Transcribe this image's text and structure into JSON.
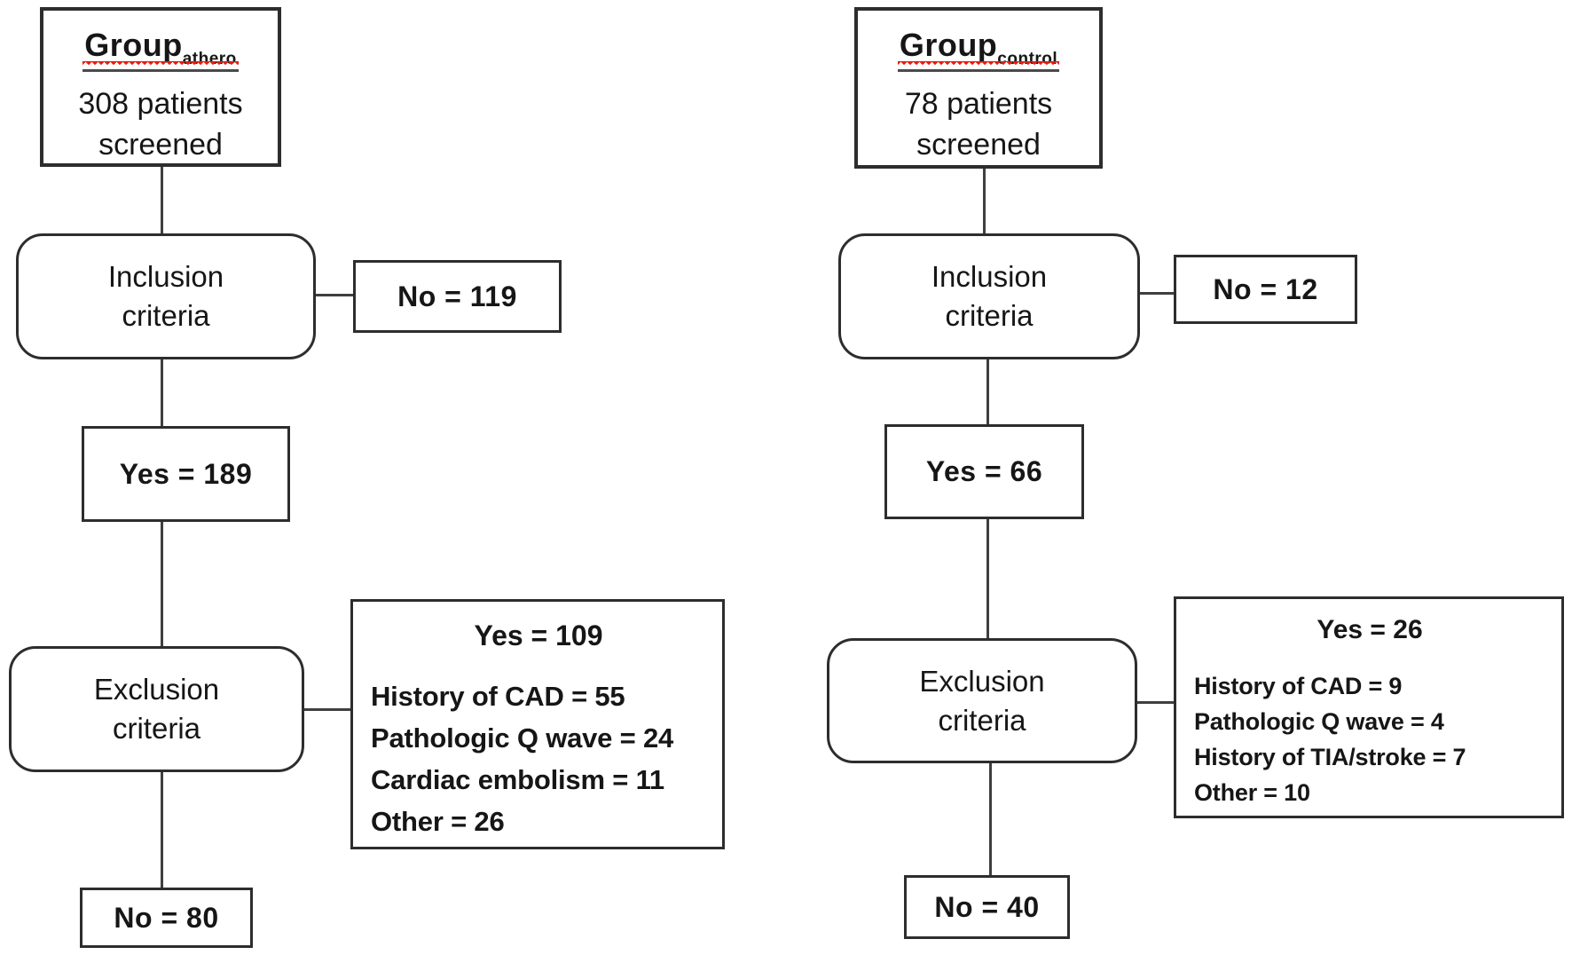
{
  "flowchart": {
    "colors": {
      "line": "#3f3f3f",
      "border": "#2d2d2d",
      "text": "#161616",
      "squiggle": "#e81c0c"
    },
    "columns": [
      {
        "group": {
          "label": "Group",
          "subscript": "athero"
        },
        "screened": "308 patients screened",
        "inclusion": {
          "label": "Inclusion criteria",
          "no": "No = 119",
          "yes": "Yes = 189"
        },
        "exclusion": {
          "label": "Exclusion criteria",
          "yes_title": "Yes = 109",
          "reasons": [
            "History of CAD = 55",
            "Pathologic Q wave = 24",
            "Cardiac embolism = 11",
            "Other = 26"
          ],
          "no": "No = 80"
        }
      },
      {
        "group": {
          "label": "Group",
          "subscript": "control"
        },
        "screened": "78 patients screened",
        "inclusion": {
          "label": "Inclusion criteria",
          "no": "No = 12",
          "yes": "Yes = 66"
        },
        "exclusion": {
          "label": "Exclusion criteria",
          "yes_title": "Yes = 26",
          "reasons": [
            "History of CAD = 9",
            "Pathologic Q wave = 4",
            "History of TIA/stroke = 7",
            "Other = 10"
          ],
          "no": "No = 40"
        }
      }
    ]
  }
}
